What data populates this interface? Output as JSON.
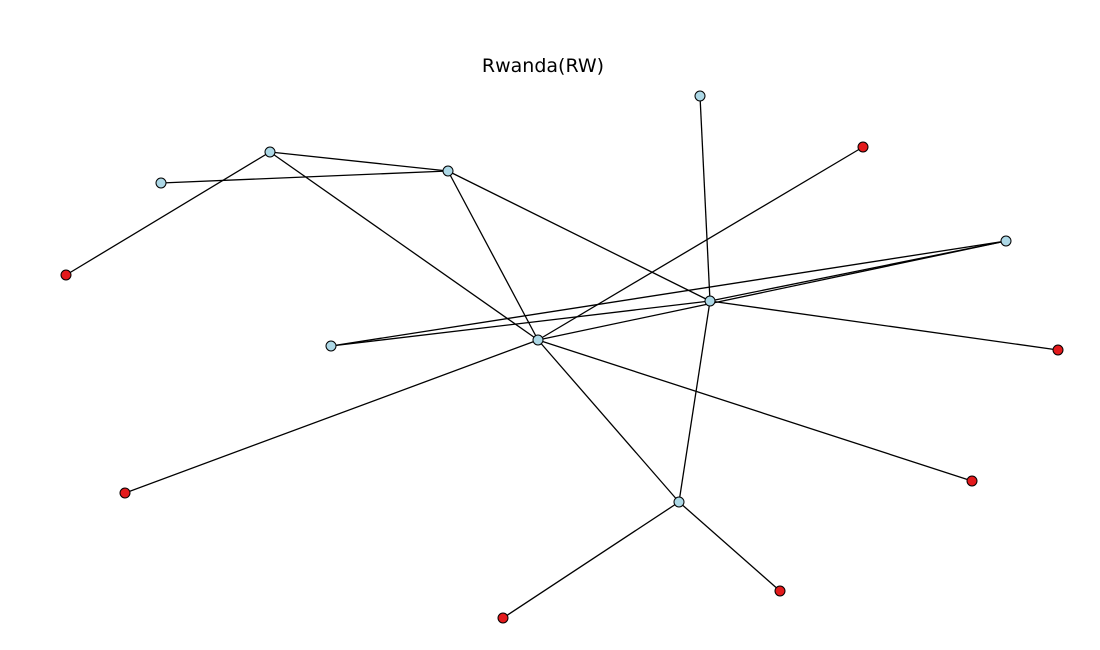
{
  "title": "Rwanda(RW)",
  "colors": {
    "node_default": "#add8e6",
    "node_highlight": "#e31a1c",
    "edge": "#000000",
    "node_stroke": "#000000"
  },
  "graph": {
    "nodes": [
      {
        "id": "n1",
        "group": "default"
      },
      {
        "id": "n2",
        "group": "default"
      },
      {
        "id": "n3",
        "group": "default"
      },
      {
        "id": "n4",
        "group": "default"
      },
      {
        "id": "n5",
        "group": "default"
      },
      {
        "id": "n6",
        "group": "default"
      },
      {
        "id": "n7",
        "group": "default"
      },
      {
        "id": "n8",
        "group": "default"
      },
      {
        "id": "n9",
        "group": "default"
      },
      {
        "id": "n10",
        "group": "highlight"
      },
      {
        "id": "n11",
        "group": "highlight"
      },
      {
        "id": "n12",
        "group": "highlight"
      },
      {
        "id": "n13",
        "group": "highlight"
      },
      {
        "id": "n14",
        "group": "highlight"
      },
      {
        "id": "n15",
        "group": "highlight"
      },
      {
        "id": "n16",
        "group": "highlight"
      }
    ],
    "edges": [
      [
        "n1",
        "n2"
      ],
      [
        "n1",
        "n5"
      ],
      [
        "n1",
        "n10"
      ],
      [
        "n3",
        "n2"
      ],
      [
        "n2",
        "n6"
      ],
      [
        "n2",
        "n5"
      ],
      [
        "n4",
        "n6"
      ],
      [
        "n6",
        "n7"
      ],
      [
        "n6",
        "n8"
      ],
      [
        "n6",
        "n13"
      ],
      [
        "n6",
        "n9"
      ],
      [
        "n5",
        "n7"
      ],
      [
        "n5",
        "n11"
      ],
      [
        "n5",
        "n9"
      ],
      [
        "n5",
        "n14"
      ],
      [
        "n5",
        "n12"
      ],
      [
        "n8",
        "n7"
      ],
      [
        "n9",
        "n16"
      ],
      [
        "n9",
        "n15"
      ]
    ]
  }
}
